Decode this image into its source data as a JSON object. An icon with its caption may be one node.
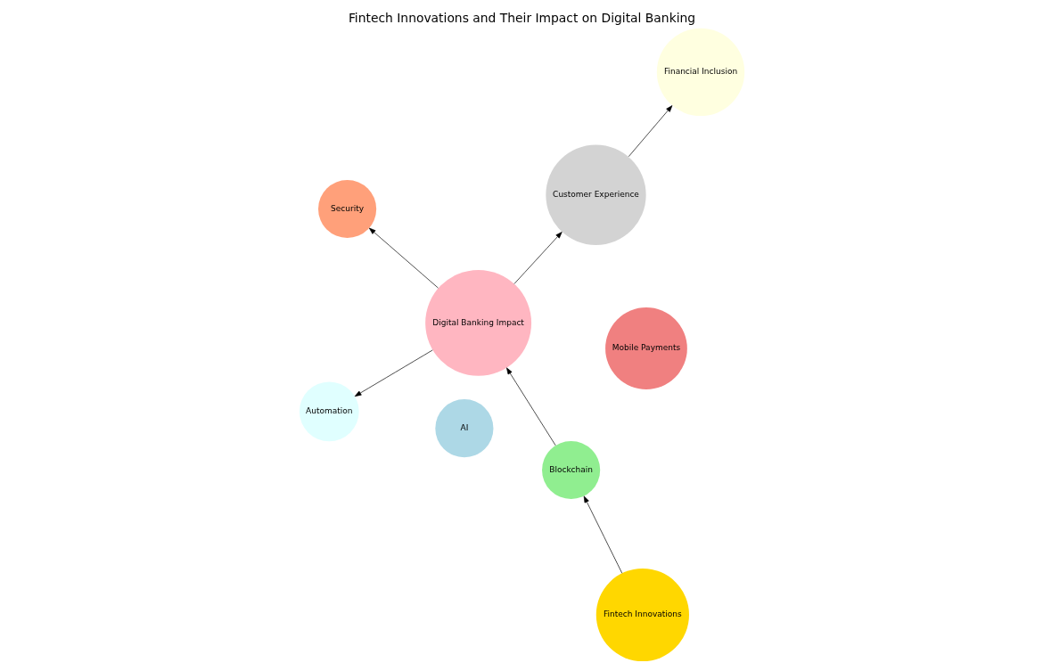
{
  "diagram": {
    "title": "Fintech Innovations and Their Impact on Digital Banking",
    "nodes": [
      {
        "text": [
          "Security"
        ]
      },
      {
        "text": [
          "Mobile Payments"
        ]
      },
      {
        "text": [
          "Blockchain"
        ]
      },
      {
        "text": [
          "Fintech Innovations"
        ]
      },
      {
        "text": [
          "Digital Banking Impact"
        ]
      },
      {
        "text": [
          "Financial Inclusion"
        ]
      },
      {
        "text": [
          "Customer Experience"
        ]
      },
      {
        "text": [
          "AI"
        ]
      },
      {
        "text": [
          "Automation"
        ]
      }
    ],
    "edges": [
      {
        "from": 3,
        "to": 2,
        "arrow": "to"
      },
      {
        "from": 2,
        "to": 4,
        "arrow": "to"
      },
      {
        "from": 4,
        "to": 0,
        "arrow": "to"
      },
      {
        "from": 4,
        "to": 6,
        "arrow": "to"
      },
      {
        "from": 6,
        "to": 5,
        "arrow": "to"
      },
      {
        "from": 4,
        "to": 8,
        "arrow": "to"
      }
    ]
  }
}
